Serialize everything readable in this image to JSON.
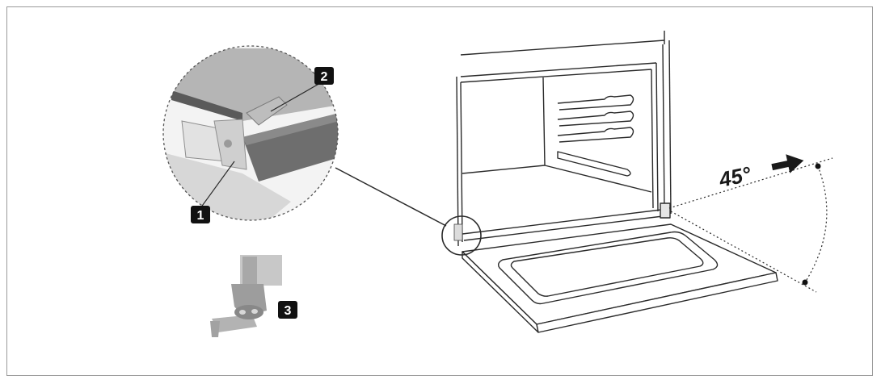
{
  "callouts": [
    {
      "id": "1",
      "label": "1"
    },
    {
      "id": "2",
      "label": "2"
    },
    {
      "id": "3",
      "label": "3"
    }
  ],
  "angle": {
    "label": "45°",
    "value_degrees": 45
  },
  "colors": {
    "frame_border": "#9a9a9a",
    "line": "#2a2a2a",
    "badge": "#111111",
    "detail_grey": "#9c9c9c"
  }
}
